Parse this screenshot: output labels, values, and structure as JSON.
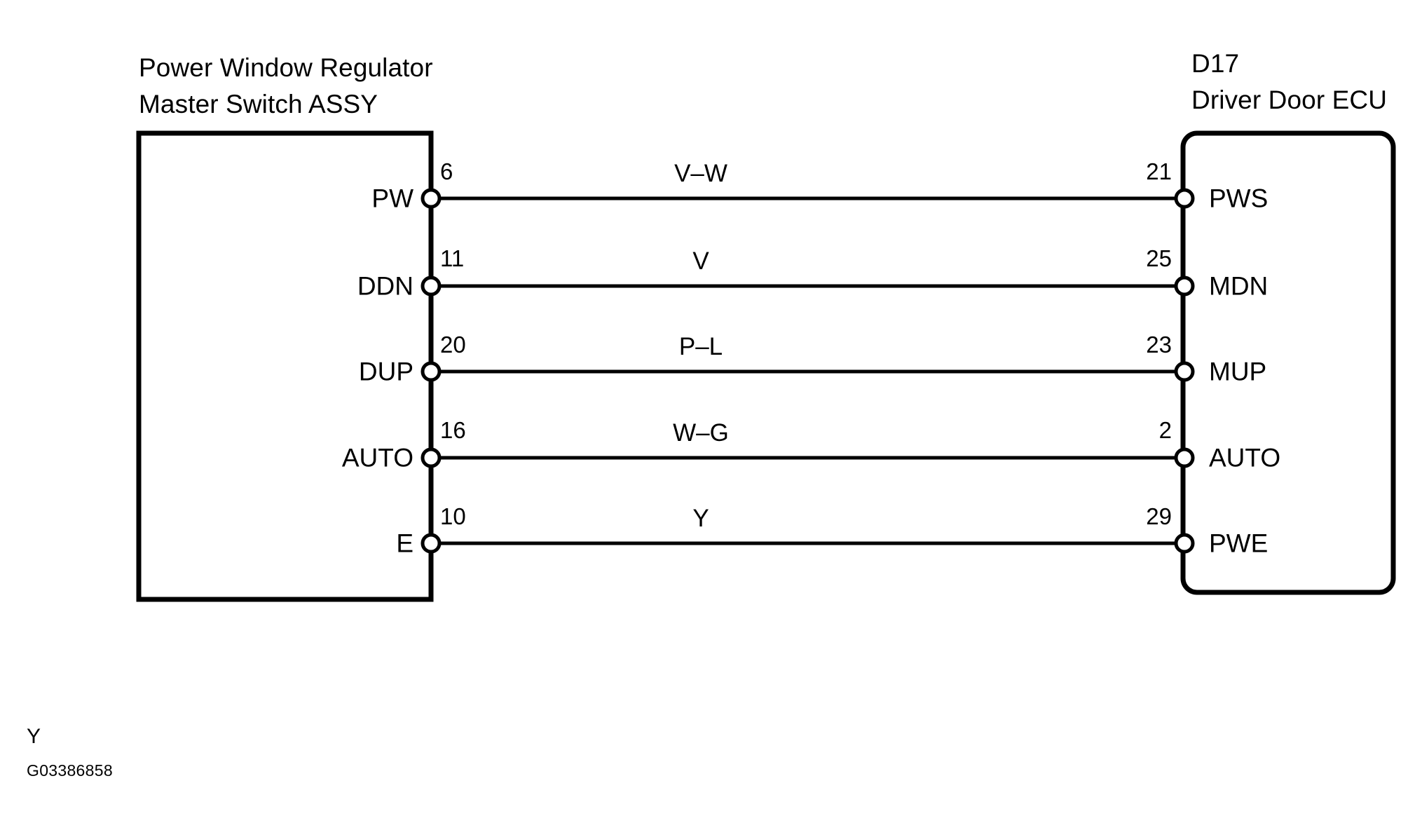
{
  "diagram": {
    "title_left": "Power Window Regulator\nMaster Switch ASSY",
    "left_component": {
      "name_line1": "Power Window Regulator",
      "name_line2": "Master Switch ASSY"
    },
    "right_component": {
      "code": "D17",
      "name": "Driver Door ECU"
    },
    "connections": [
      {
        "left_terminal": "PW",
        "left_pin": "6",
        "wire_color": "V–W",
        "right_pin": "21",
        "right_terminal": "PWS"
      },
      {
        "left_terminal": "DDN",
        "left_pin": "11",
        "wire_color": "V",
        "right_pin": "25",
        "right_terminal": "MDN"
      },
      {
        "left_terminal": "DUP",
        "left_pin": "20",
        "wire_color": "P–L",
        "right_pin": "23",
        "right_terminal": "MUP"
      },
      {
        "left_terminal": "AUTO",
        "left_pin": "16",
        "wire_color": "W–G",
        "right_pin": "2",
        "right_terminal": "AUTO"
      },
      {
        "left_terminal": "E",
        "left_pin": "10",
        "wire_color": "Y",
        "right_pin": "29",
        "right_terminal": "PWE"
      }
    ],
    "footer": {
      "letter": "Y",
      "figure_id": "G03386858"
    },
    "colors": {
      "ink": "#000000",
      "background": "#ffffff"
    }
  }
}
